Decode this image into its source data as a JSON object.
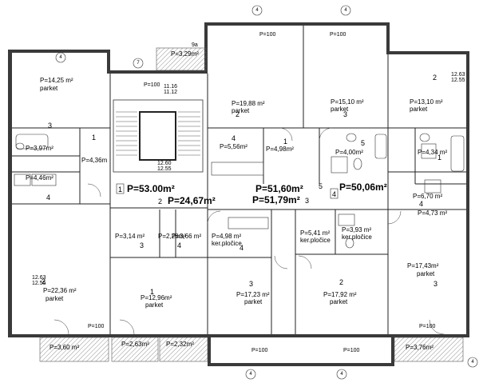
{
  "rooms": [
    {
      "id": "r1",
      "area": "P=14,25 m²",
      "floor": "parket",
      "no": "3"
    },
    {
      "id": "r2",
      "area": "P=3,97m²",
      "floor": "",
      "no": "1"
    },
    {
      "id": "r3",
      "area": "P=4,36m",
      "floor": "",
      "no": ""
    },
    {
      "id": "r4",
      "area": "P=4,46m²",
      "floor": "",
      "no": "4"
    },
    {
      "id": "r5",
      "area": "P=22,36 m²",
      "floor": "parket",
      "no": "2"
    },
    {
      "id": "r6",
      "area": "P=19,88 m²",
      "floor": "parket",
      "no": "2"
    },
    {
      "id": "r7",
      "area": "P=15,10 m²",
      "floor": "parket",
      "no": "3"
    },
    {
      "id": "r8",
      "area": "P=13,10 m²",
      "floor": "parket",
      "no": "2"
    },
    {
      "id": "r9",
      "area": "P=5,56m²",
      "floor": "",
      "no": "4"
    },
    {
      "id": "r10",
      "area": "P=4,98m²",
      "floor": "",
      "no": "1"
    },
    {
      "id": "r11",
      "area": "P=4,00m²",
      "floor": "",
      "no": "5"
    },
    {
      "id": "r12",
      "area": "P=4,34 m²",
      "floor": "",
      "no": "1"
    },
    {
      "id": "r13",
      "area": "P=6,70 m²",
      "floor": "",
      "no": ""
    },
    {
      "id": "r14",
      "area": "P=4,73 m²",
      "floor": "",
      "no": "4"
    },
    {
      "id": "r15",
      "area": "P=3,14 m²",
      "floor": "",
      "no": "3"
    },
    {
      "id": "r16",
      "area": "P=2,28m²",
      "floor": "",
      "no": ""
    },
    {
      "id": "r17",
      "area": "P=3,66 m²",
      "floor": "",
      "no": "4"
    },
    {
      "id": "r18",
      "area": "P=4,98 m²",
      "floor": "ker.pločice",
      "no": "4"
    },
    {
      "id": "r19",
      "area": "P=5,41 m²",
      "floor": "ker.pločice",
      "no": ""
    },
    {
      "id": "r20",
      "area": "P=3,93 m²",
      "floor": "ker.pločice",
      "no": ""
    },
    {
      "id": "r21",
      "area": "P=17,43m²",
      "floor": "parket",
      "no": "3"
    },
    {
      "id": "r22",
      "area": "P=12,96m²",
      "floor": "parket",
      "no": "1"
    },
    {
      "id": "r23",
      "area": "P=17,23 m²",
      "floor": "parket",
      "no": "3"
    },
    {
      "id": "r24",
      "area": "P=17,92 m²",
      "floor": "parket",
      "no": "2"
    },
    {
      "id": "b1",
      "area": "P=3,29m²",
      "floor": "",
      "no": "9a"
    },
    {
      "id": "b2",
      "area": "P=3,60 m²",
      "floor": "",
      "no": ""
    },
    {
      "id": "b3",
      "area": "P=2,63m²",
      "floor": "",
      "no": ""
    },
    {
      "id": "b4",
      "area": "P=2,32m²",
      "floor": "",
      "no": ""
    },
    {
      "id": "b5",
      "area": "P=3,76m²",
      "floor": "",
      "no": ""
    }
  ],
  "totals": {
    "a1": "P=53.00m²",
    "a1_no": "1",
    "a2": "P=24,67m²",
    "a2_no": "2",
    "a3": "P=51,60m²",
    "a3_no": "5",
    "a4": "P=51,79m²",
    "a4_no": "3",
    "a5": "P=50,06m²",
    "a5_no": "4"
  },
  "levels": {
    "l1": "12.60",
    "l1b": "12.55",
    "l2": "12.63",
    "l2b": "12.55",
    "l3": "11.16",
    "l3b": "11.12",
    "l4": "12.63",
    "l4b": "12.55"
  },
  "dims": {
    "p100": "P=100"
  },
  "axis_markers": [
    "4",
    "4",
    "4",
    "7",
    "4",
    "4",
    "4"
  ]
}
